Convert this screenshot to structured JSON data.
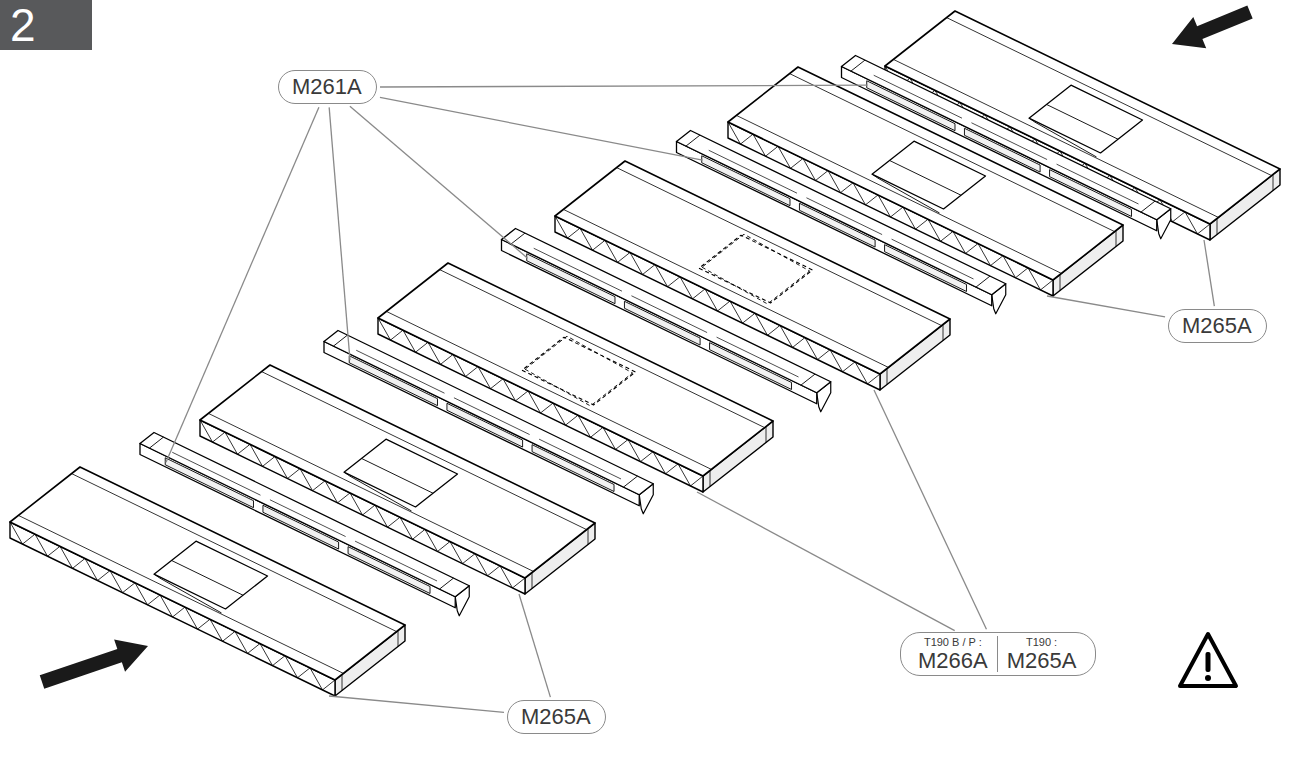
{
  "diagram": {
    "nodes": [
      {
        "text": [
          "2"
        ]
      },
      {
        "text": [
          "M261A"
        ]
      },
      {
        "text": [
          "M265A"
        ]
      },
      {
        "text": [
          "T190 B / P :",
          "M266A",
          "T190 :",
          "M265A"
        ]
      },
      {
        "text": [
          "M265A"
        ]
      }
    ]
  }
}
